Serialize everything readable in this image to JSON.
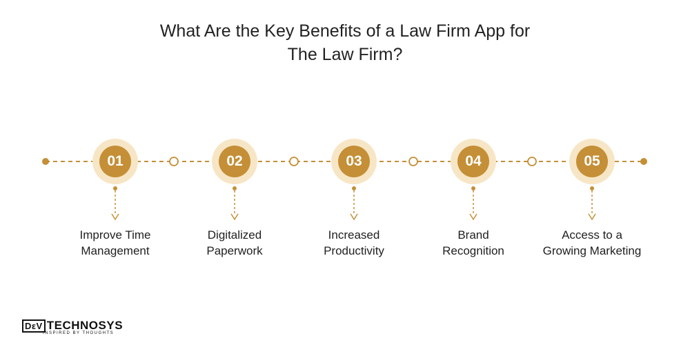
{
  "title": {
    "line1": "What Are the Key Benefits of a Law Firm App for",
    "line2": "The Law Firm?"
  },
  "colors": {
    "accent": "#c48f36",
    "halo": "#f7e6c6",
    "line": "#c48f36"
  },
  "steps": [
    {
      "number": "01",
      "label_line1": "Improve Time",
      "label_line2": "Management"
    },
    {
      "number": "02",
      "label_line1": "Digitalized",
      "label_line2": "Paperwork"
    },
    {
      "number": "03",
      "label_line1": "Increased",
      "label_line2": "Productivity"
    },
    {
      "number": "04",
      "label_line1": "Brand",
      "label_line2": "Recognition"
    },
    {
      "number": "05",
      "label_line1": "Access to a",
      "label_line2": "Growing Marketing"
    }
  ],
  "logo": {
    "dev": "DεV",
    "name": "TECHNOSYS",
    "tagline": "INSPIRED BY THOUGHTS"
  }
}
